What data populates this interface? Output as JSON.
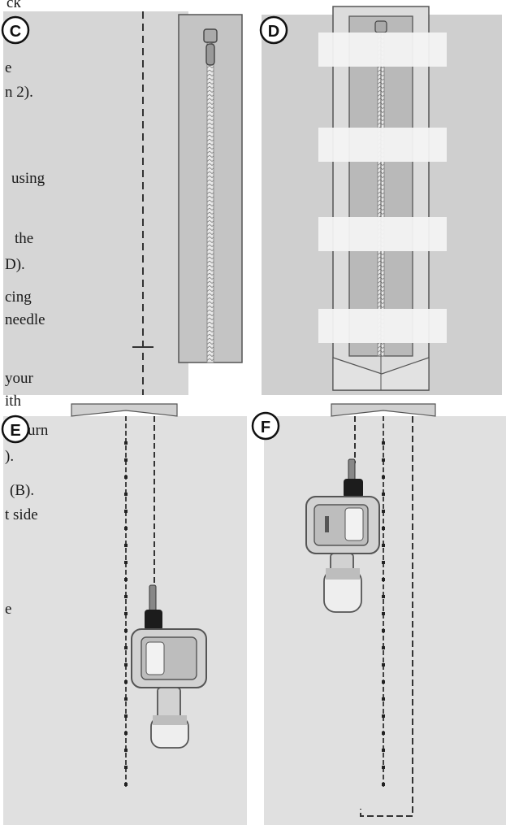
{
  "panel_labels": [
    "C",
    "D",
    "E",
    "F"
  ],
  "text_fragments": [
    "ck",
    "e",
    "n   2).",
    "using",
    "the",
    "D).",
    "cing",
    "needle",
    "your",
    "ith",
    "urn",
    ").",
    "(B).",
    "t   side",
    "e"
  ],
  "colors": {
    "fabric_light": "#dedede",
    "fabric_mid": "#cacaca",
    "zipper_tape": "#b8b8b8",
    "tape_strip": "#f2f2f2",
    "outline": "#555555",
    "stitch": "#333333",
    "foot_body": "#d0d0d0",
    "foot_dark": "#1c1c1c"
  },
  "icons": [
    "letter-badge-icon",
    "zipper-icon",
    "presser-foot-icon",
    "needle-icon"
  ]
}
